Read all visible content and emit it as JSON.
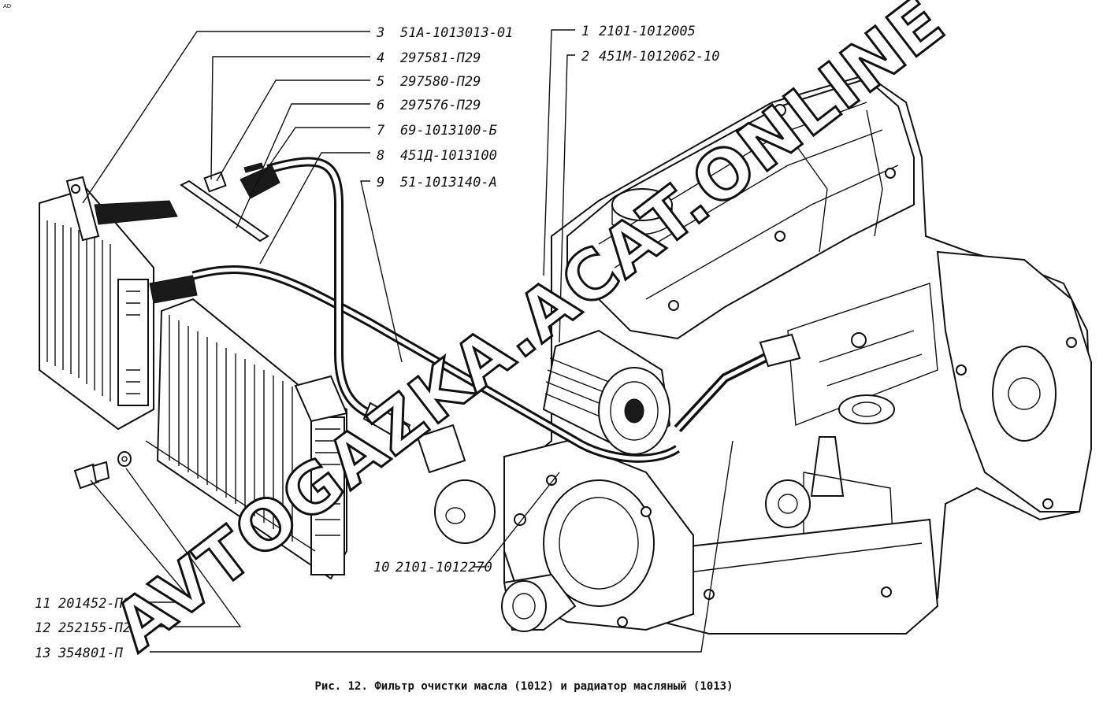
{
  "corner_mark": "AD",
  "callouts": [
    {
      "num": "3",
      "part": "51А-1013013-01"
    },
    {
      "num": "4",
      "part": "297581-П29"
    },
    {
      "num": "5",
      "part": "297580-П29"
    },
    {
      "num": "6",
      "part": "297576-П29"
    },
    {
      "num": "7",
      "part": "69-1013100-Б"
    },
    {
      "num": "8",
      "part": "451Д-1013100"
    },
    {
      "num": "9",
      "part": "51-1013140-А"
    },
    {
      "num": "1",
      "part": "2101-1012005"
    },
    {
      "num": "2",
      "part": "451М-1012062-10"
    },
    {
      "num": "10",
      "part": "2101-1012270"
    },
    {
      "num": "11",
      "part": "201452-П29"
    },
    {
      "num": "12",
      "part": "252155-П2"
    },
    {
      "num": "13",
      "part": "354801-П"
    }
  ],
  "watermark": "AVTOGAZKA.ACAT.ONLINE",
  "caption": "Рис. 12. Фильтр очистки масла (1012) и радиатор масляный (1013)"
}
